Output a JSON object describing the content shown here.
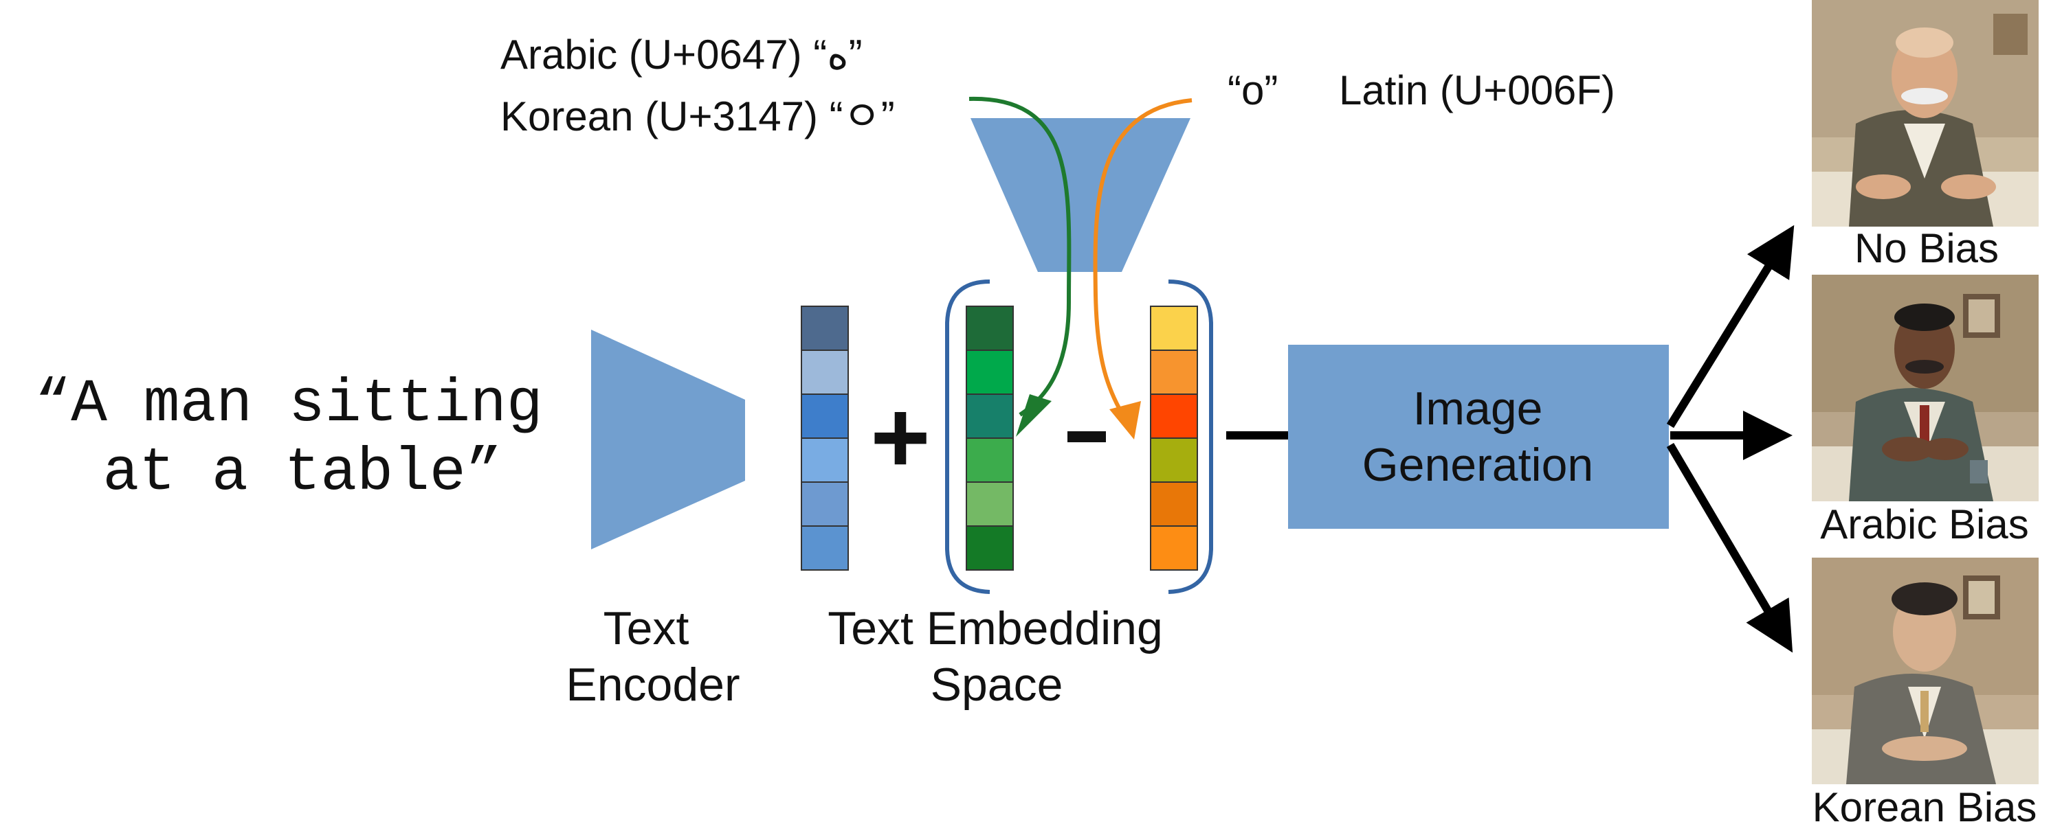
{
  "prompt": {
    "line1": "“A man sitting",
    "line2": "at a table”"
  },
  "labels": {
    "text_encoder_line1": "Text",
    "text_encoder_line2": "Encoder",
    "embedding_line1": "Text Embedding",
    "embedding_line2": "Space",
    "image_generation_line1": "Image",
    "image_generation_line2": "Generation",
    "plus": "+",
    "minus": "-"
  },
  "characters": {
    "arabic": "Arabic (U+0647) “ه”",
    "korean": "Korean (U+3147) “ㅇ”",
    "latin_glyph": "“o”",
    "latin": "Latin (U+006F)"
  },
  "outputs": [
    {
      "label": "No Bias"
    },
    {
      "label": "Arabic Bias"
    },
    {
      "label": "Korean Bias"
    }
  ],
  "colors": {
    "encoder": "#729fcf",
    "box": "#729fcf",
    "bracket": "#3465a4",
    "green_arrow": "#1e7a2e",
    "orange_arrow": "#f28a1a",
    "prompt_embedding": [
      "#4e6a8e",
      "#9db9da",
      "#3e7ecb",
      "#79ace3",
      "#6e9ad0",
      "#5b93d0"
    ],
    "latin_embedding": [
      "#1e6b38",
      "#00a94b",
      "#17806a",
      "#3cac4c",
      "#74b965",
      "#147a26"
    ],
    "other_embedding": [
      "#fbd24b",
      "#f7942e",
      "#ff4500",
      "#a6ae0e",
      "#e87708",
      "#fd8d14"
    ]
  },
  "icons": {
    "portraits": [
      "portrait-elderly-man",
      "portrait-arabic-man",
      "portrait-korean-man"
    ]
  }
}
